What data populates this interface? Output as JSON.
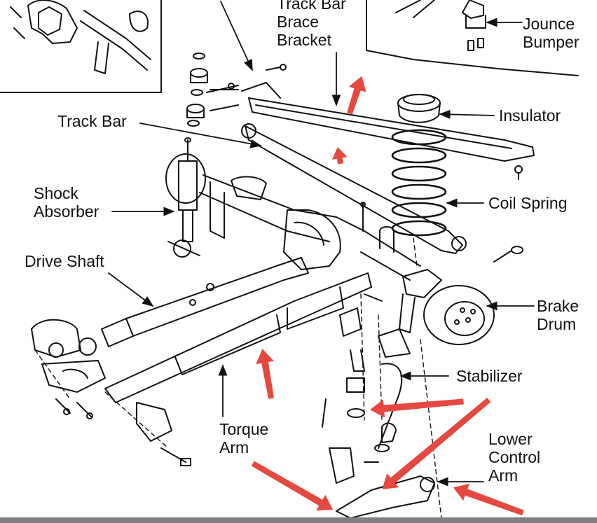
{
  "diagram": {
    "labels": {
      "track_bar_brace_bracket": [
        "Track Bar",
        "Brace",
        "Bracket"
      ],
      "jounce_bumper": [
        "Jounce",
        "Bumper"
      ],
      "insulator": "Insulator",
      "track_bar": "Track Bar",
      "shock_absorber": [
        "Shock",
        "Absorber"
      ],
      "coil_spring": "Coil Spring",
      "drive_shaft": "Drive Shaft",
      "brake_drum": [
        "Brake",
        "Drum"
      ],
      "stabilizer": "Stabilizer",
      "torque_arm": [
        "Torque",
        "Arm"
      ],
      "lower_control_arm": [
        "Lower",
        "Control",
        "Arm"
      ]
    },
    "colors": {
      "line_art": "#111111",
      "highlight_arrows": "#e5483f",
      "bottom_bar": "#7d7f83",
      "background": "#ffffff"
    }
  }
}
